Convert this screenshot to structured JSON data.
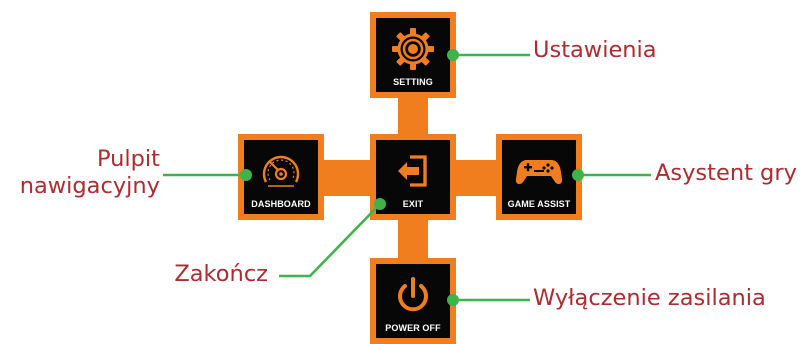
{
  "menu": {
    "setting": {
      "label": "SETTING",
      "icon": "gear-icon"
    },
    "dashboard": {
      "label": "DASHBOARD",
      "icon": "speedometer-icon"
    },
    "exit": {
      "label": "EXIT",
      "icon": "exit-door-icon"
    },
    "game_assist": {
      "label": "GAME ASSIST",
      "icon": "gamepad-icon"
    },
    "power_off": {
      "label": "POWER OFF",
      "icon": "power-icon"
    }
  },
  "callouts": {
    "setting": "Ustawienia",
    "dashboard_line1": "Pulpit",
    "dashboard_line2": "nawigacyjny",
    "exit": "Zakończ",
    "game_assist": "Asystent gry",
    "power_off": "Wyłączenie zasilania"
  },
  "colors": {
    "tile_frame": "#f07e1f",
    "tile_fill": "#070707",
    "callout_text": "#b02a2e",
    "callout_line": "#3db44a"
  }
}
